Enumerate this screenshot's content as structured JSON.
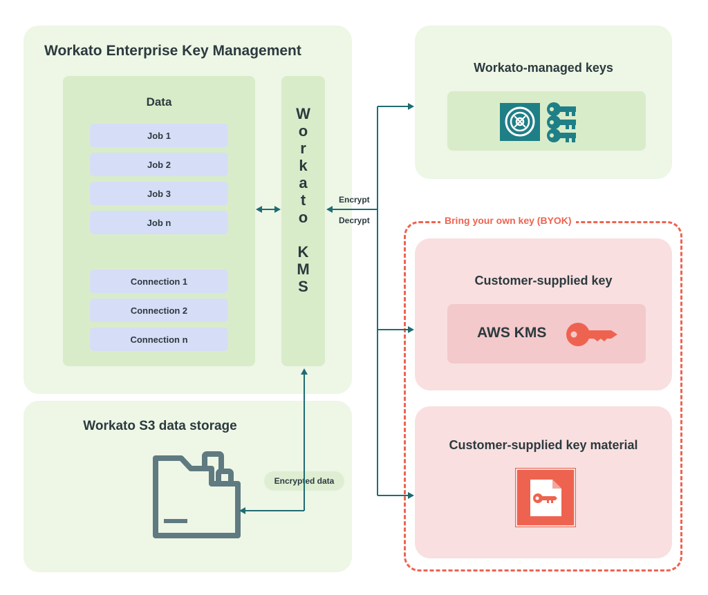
{
  "ekm": {
    "title": "Workato Enterprise Key Management",
    "data_title": "Data",
    "jobs": [
      "Job 1",
      "Job 2",
      "Job 3",
      "Job n"
    ],
    "connections": [
      "Connection  1",
      "Connection  2",
      "Connection  n"
    ],
    "kms_letters": [
      "W",
      "o",
      "r",
      "k",
      "a",
      "t",
      "o",
      "",
      "K",
      "M",
      "S"
    ]
  },
  "storage": {
    "title": "Workato S3 data storage",
    "encrypted_label": "Encrypted data"
  },
  "links": {
    "encrypt": "Encrypt",
    "decrypt": "Decrypt"
  },
  "managed": {
    "title": "Workato-managed keys",
    "icons": [
      "vault-icon",
      "keys-icon"
    ]
  },
  "byok": {
    "title": "Bring your own key (BYOK)",
    "customer_key": {
      "title": "Customer-supplied key",
      "service": "AWS KMS",
      "icon": "key-icon"
    },
    "key_material": {
      "title": "Customer-supplied key material",
      "icon": "key-file-icon"
    }
  },
  "colors": {
    "arrow": "#1f6b72",
    "teal": "#1f7f86",
    "coral": "#ee6350",
    "dashed": "#ee6350",
    "folder": "#5f7a80"
  }
}
